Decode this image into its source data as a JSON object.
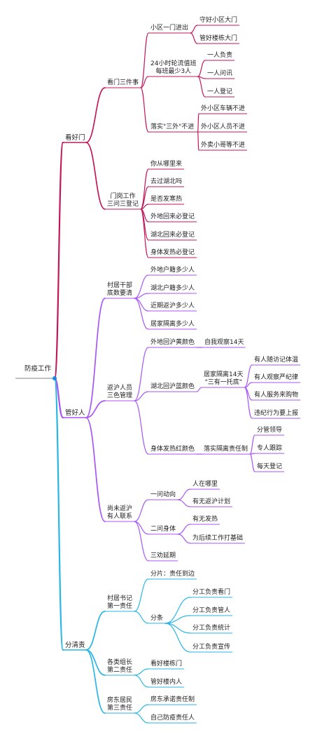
{
  "root": "防疫工作",
  "branches": [
    {
      "label": "看好门",
      "color": "#c2185b",
      "children": [
        {
          "label": "看门三件事",
          "children": [
            {
              "label": "小区一门进出",
              "children": [
                {
                  "label": "守好小区大门"
                },
                {
                  "label": "管好楼栋大门"
                }
              ]
            },
            {
              "label": "24小时轮流值班\n每班最少3人",
              "children": [
                {
                  "label": "一人负责"
                },
                {
                  "label": "一人问讯"
                },
                {
                  "label": "一人登记"
                }
              ]
            },
            {
              "label": "落实\"三外\"不进",
              "children": [
                {
                  "label": "外小区车辆不进"
                },
                {
                  "label": "外小区人员不进"
                },
                {
                  "label": "外卖小哥等不进"
                }
              ]
            }
          ]
        },
        {
          "label": "门岗工作\n三问三登记",
          "children": [
            {
              "label": "你从哪里来"
            },
            {
              "label": "去过湖北吗"
            },
            {
              "label": "是否发寒热"
            },
            {
              "label": "外地回来必登记"
            },
            {
              "label": "湖北回来必登记"
            },
            {
              "label": "身体发热必登记"
            }
          ]
        }
      ]
    },
    {
      "label": "管好人",
      "color": "#a855f7",
      "children": [
        {
          "label": "村居干部\n底数要清",
          "children": [
            {
              "label": "外地户籍多少人"
            },
            {
              "label": "湖北户籍多少人"
            },
            {
              "label": "近期返沪多少人"
            },
            {
              "label": "居家隔离多少人"
            }
          ]
        },
        {
          "label": "返沪人员\n三色管理",
          "children": [
            {
              "label": "外地回沪黄颜色",
              "children": [
                {
                  "label": "自我观察14天"
                }
              ]
            },
            {
              "label": "湖北回沪蓝颜色",
              "children": [
                {
                  "label": "居家隔离14天\n\"三有一托底\"",
                  "children": [
                    {
                      "label": "有人随访记体温"
                    },
                    {
                      "label": "有人观察严纪律"
                    },
                    {
                      "label": "有人服务来购物"
                    },
                    {
                      "label": "违纪行为要上报"
                    }
                  ]
                }
              ]
            },
            {
              "label": "身体发热红颜色",
              "children": [
                {
                  "label": "落实隔离责任制",
                  "children": [
                    {
                      "label": "分管领导"
                    },
                    {
                      "label": "专人跟踪"
                    },
                    {
                      "label": "每天登记"
                    }
                  ]
                }
              ]
            }
          ]
        },
        {
          "label": "尚未返沪\n有人联系",
          "children": [
            {
              "label": "一问动向",
              "children": [
                {
                  "label": "人在哪里"
                },
                {
                  "label": "有无返沪计划"
                }
              ]
            },
            {
              "label": "二问身体",
              "children": [
                {
                  "label": "有无发热"
                },
                {
                  "label": "为后续工作打基础"
                }
              ]
            },
            {
              "label": "三劝延期"
            }
          ]
        }
      ]
    },
    {
      "label": "分清责",
      "color": "#29b6e6",
      "children": [
        {
          "label": "村居书记\n第一责任",
          "children": [
            {
              "label": "分片：责任到边"
            },
            {
              "label": "分条",
              "children": [
                {
                  "label": "分工负责看门"
                },
                {
                  "label": "分工负责管人"
                },
                {
                  "label": "分工负责统计"
                },
                {
                  "label": "分工负责宣传"
                }
              ]
            }
          ]
        },
        {
          "label": "各类组长\n第二责任",
          "children": [
            {
              "label": "看好楼栋门"
            },
            {
              "label": "管好楼内人"
            }
          ]
        },
        {
          "label": "房东居民\n第三责任",
          "children": [
            {
              "label": "房东承诺责任制"
            },
            {
              "label": "自己防疫责任人"
            }
          ]
        }
      ]
    }
  ]
}
